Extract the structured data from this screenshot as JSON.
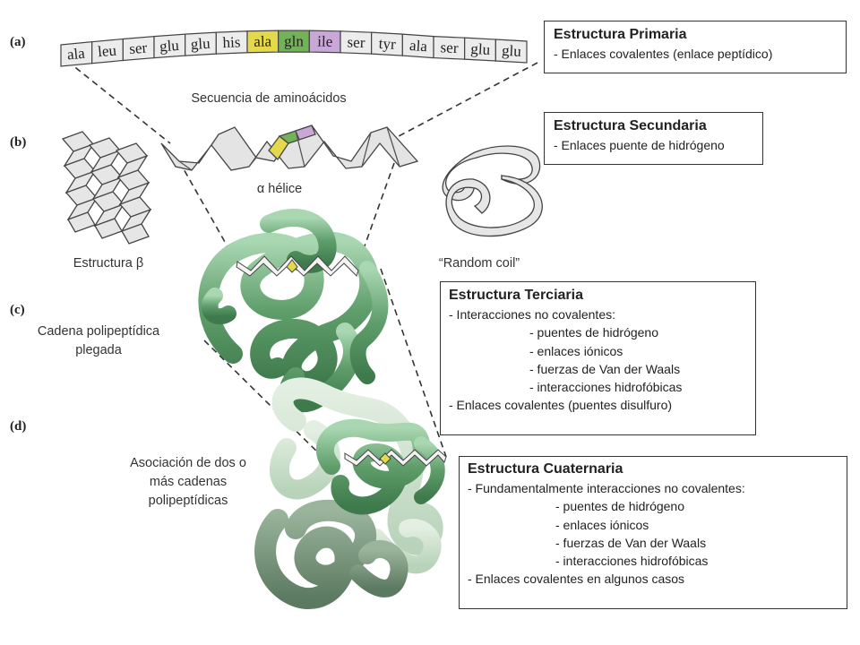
{
  "panels": {
    "a": "(a)",
    "b": "(b)",
    "c": "(c)",
    "d": "(d)"
  },
  "sequence": [
    "ala",
    "leu",
    "ser",
    "glu",
    "glu",
    "his",
    "ala",
    "gln",
    "ile",
    "ser",
    "tyr",
    "ala",
    "ser",
    "glu",
    "glu"
  ],
  "sequence_colors": {
    "ala_highlight": "#e4d94a",
    "gln_highlight": "#74b25a",
    "ile_highlight": "#c9a7d6",
    "default": "#ececec"
  },
  "captions": {
    "sequence": "Secuencia de aminoácidos",
    "alpha_helix": "α hélice",
    "beta": "Estructura β",
    "random_coil": "“Random coil”",
    "folded_chain_1": "Cadena polipeptídica",
    "folded_chain_2": "plegada",
    "assoc_1": "Asociación de dos o",
    "assoc_2": "más cadenas",
    "assoc_3": "polipeptídicas"
  },
  "boxes": {
    "primary": {
      "title": "Estructura Primaria",
      "lines": [
        "- Enlaces covalentes (enlace peptídico)"
      ]
    },
    "secondary": {
      "title": "Estructura Secundaria",
      "lines": [
        "- Enlaces puente de hidrógeno"
      ]
    },
    "tertiary": {
      "title": "Estructura Terciaria",
      "line1": "- Interacciones no covalentes:",
      "sub": [
        "- puentes de hidrógeno",
        "- enlaces iónicos",
        "- fuerzas de Van der Waals",
        "- interacciones hidrofóbicas"
      ],
      "line_last": "- Enlaces covalentes (puentes disulfuro)"
    },
    "quaternary": {
      "title": "Estructura Cuaternaria",
      "line1": "- Fundamentalmente interacciones no covalentes:",
      "sub": [
        "- puentes de hidrógeno",
        "- enlaces iónicos",
        "- fuerzas de Van der Waals",
        "- interacciones hidrofóbicas"
      ],
      "line_last": "- Enlaces covalentes en algunos casos"
    }
  },
  "colors": {
    "protein_green": "#5f9e6b",
    "protein_green_light": "#8fc59a",
    "protein_ghost": "#cfe3cf",
    "protein_dark": "#6e8c72"
  }
}
